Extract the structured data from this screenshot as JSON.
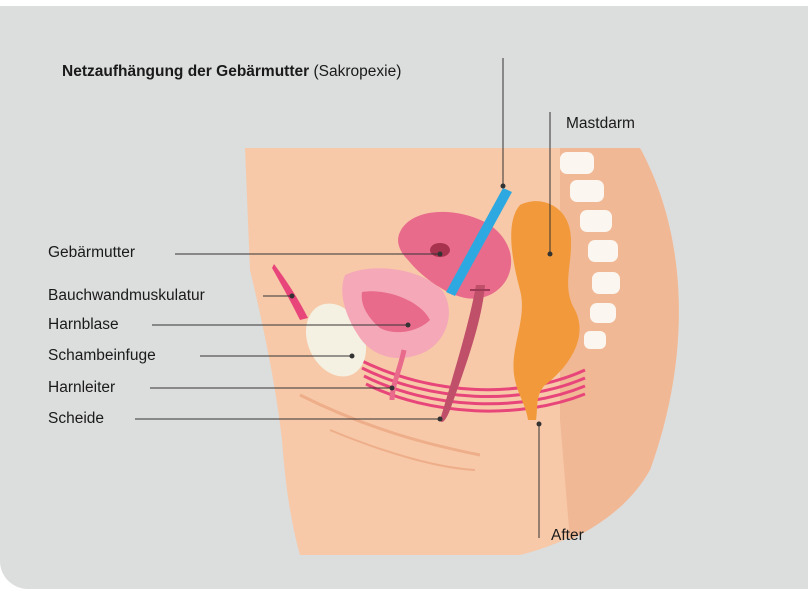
{
  "title": {
    "bold": "Netzaufhängung der Gebärmutter",
    "normal": "(Sakropexie)"
  },
  "labels": {
    "mastdarm": "Mastdarm",
    "gebaermutter": "Gebärmutter",
    "bauchwand": "Bauchwandmuskulatur",
    "harnblase": "Harnblase",
    "schambein": "Schambeinfuge",
    "harnleiter": "Harnleiter",
    "scheide": "Scheide",
    "after": "After"
  },
  "colors": {
    "background": "#dcdddd",
    "skin": "#f7c9a8",
    "skin_dark": "#eeae8a",
    "uterus": "#e96b8c",
    "muscle": "#e8467a",
    "bone": "#f4f1e2",
    "rectum": "#f29a3b",
    "mesh": "#2ea8e0"
  }
}
